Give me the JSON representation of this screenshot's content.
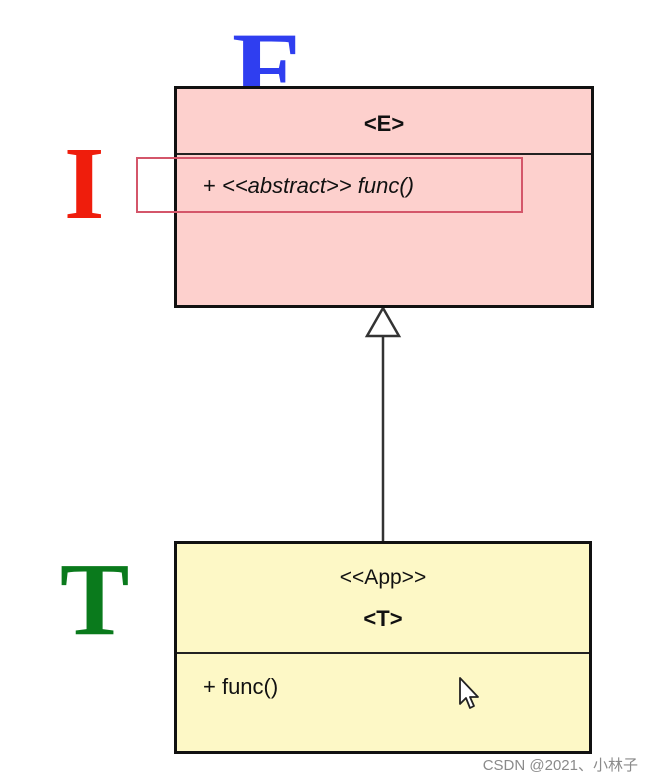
{
  "labels": {
    "e_letter": "E",
    "i_letter": "I",
    "t_letter": "T"
  },
  "class_e": {
    "name": "<E>",
    "operation_visibility": "+",
    "operation": "<<abstract>> func()"
  },
  "class_t": {
    "stereotype": "<<App>>",
    "name": "<T>",
    "operation": "+ func()"
  },
  "watermark": "CSDN @2021、小林子",
  "colors": {
    "e_letter": "#2f3ef0",
    "i_letter": "#ef1d0c",
    "t_letter": "#0a7a1c",
    "class_e_fill": "#fdd0cd",
    "class_t_fill": "#fdf8c6",
    "highlight_border": "#d4566a"
  },
  "icons": {
    "inheritance": "hollow-triangle-arrow",
    "cursor": "mouse-pointer-icon"
  }
}
